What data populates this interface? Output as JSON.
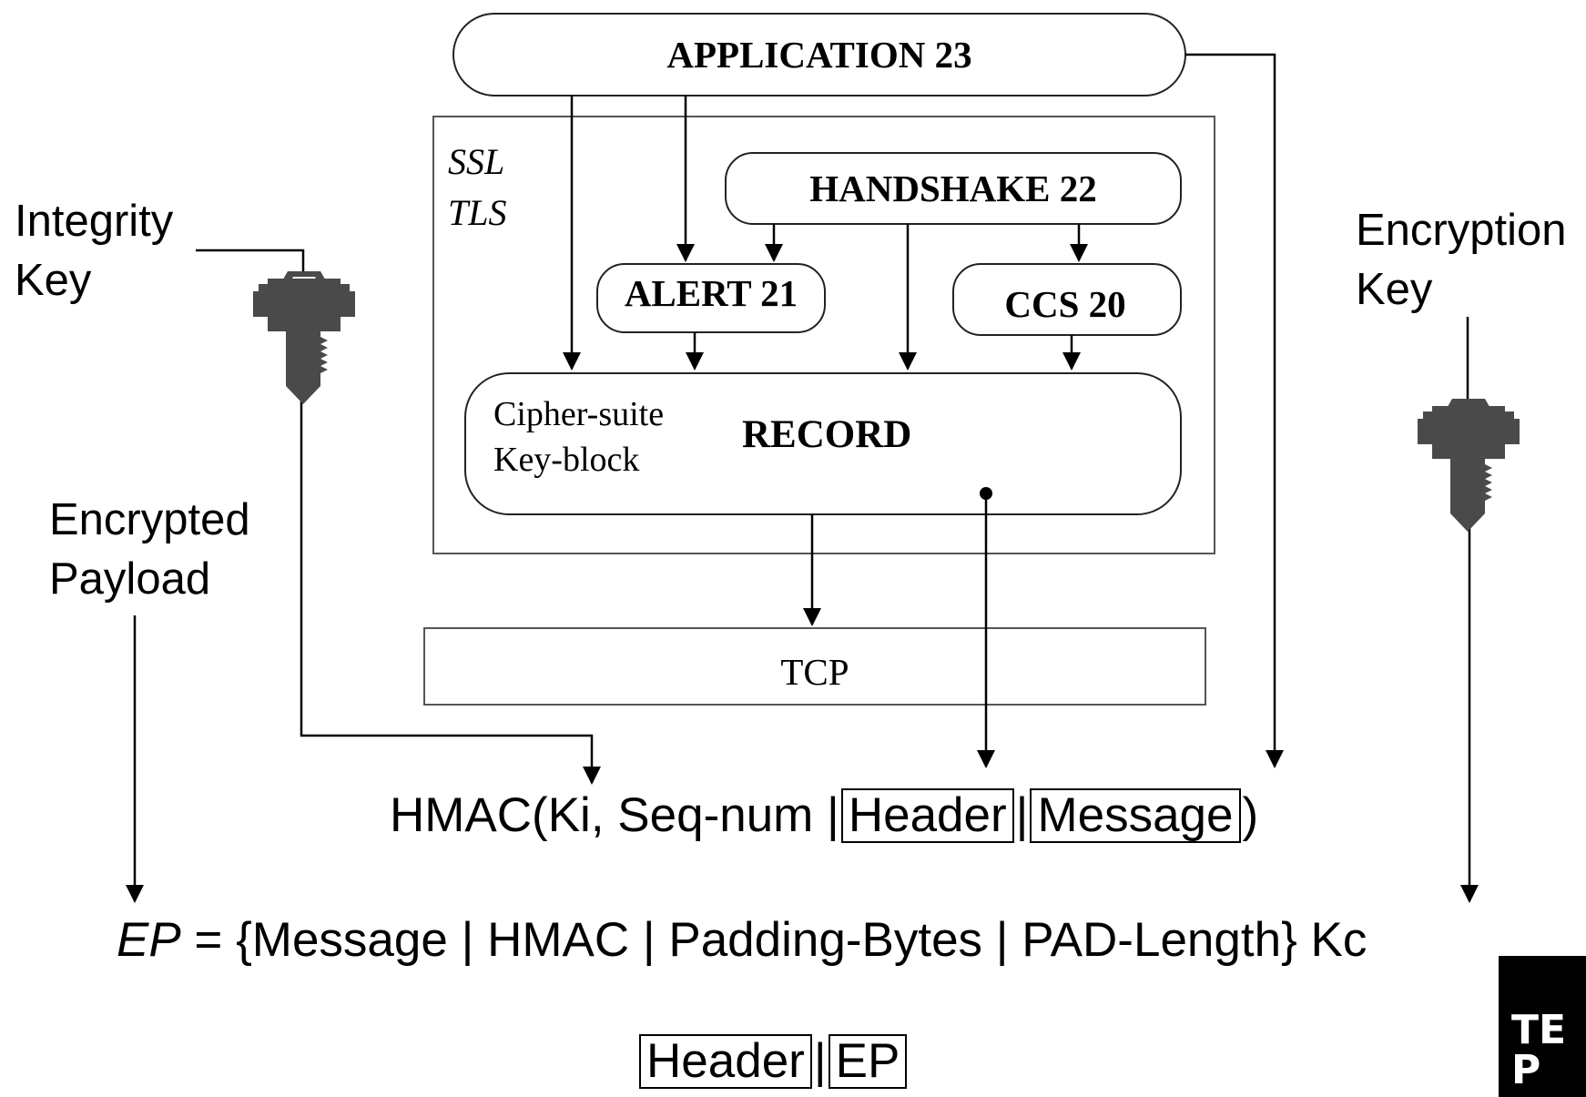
{
  "stack": {
    "application": "APPLICATION 23",
    "ssl": "SSL",
    "tls": "TLS",
    "handshake": "HANDSHAKE 22",
    "alert": "ALERT 21",
    "ccs": "CCS 20",
    "cipher_suite": "Cipher-suite",
    "key_block": "Key-block",
    "record": "RECORD",
    "tcp": "TCP"
  },
  "keys": {
    "integrity_line1": "Integrity",
    "integrity_line2": "Key",
    "encryption_line1": "Encryption",
    "encryption_line2": "Key"
  },
  "payload": {
    "line1": "Encrypted",
    "line2": "Payload"
  },
  "hmac_formula": {
    "prefix": "HMAC(Ki, Seq-num |",
    "header": "Header",
    "sep": "|",
    "message": "Message",
    "suffix": ")"
  },
  "ep_formula": {
    "symbol": "EP",
    "body": " = {Message | HMAC | Padding-Bytes | PAD-Length} Kc"
  },
  "packet": {
    "header": "Header",
    "sep": "|",
    "ep": "EP"
  },
  "logo": {
    "text": "TE P"
  },
  "colors": {
    "key": "#4a4a4a",
    "line": "#000000",
    "box_border": "#333333",
    "logo_bg": "#000000"
  }
}
